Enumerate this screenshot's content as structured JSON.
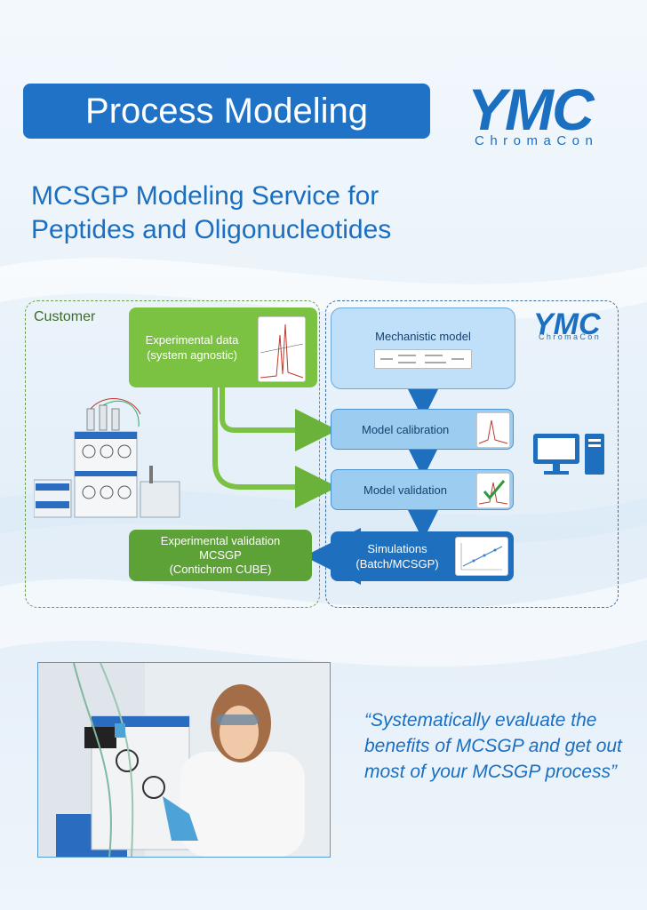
{
  "header": {
    "title": "Process Modeling"
  },
  "logo": {
    "word": "YMC",
    "sub": "ChromaCon"
  },
  "subtitle": {
    "line1": "MCSGP Modeling Service for",
    "line2": "Peptides and Oligonucleotides"
  },
  "diagram": {
    "customer_label": "Customer",
    "experimental_data": {
      "line1": "Experimental data",
      "line2": "(system agnostic)"
    },
    "mechanistic_model": {
      "label": "Mechanistic model"
    },
    "model_calibration": {
      "label": "Model calibration"
    },
    "model_validation": {
      "label": "Model validation"
    },
    "simulations": {
      "line1": "Simulations",
      "line2": "(Batch/MCSGP)"
    },
    "experimental_validation": {
      "line1": "Experimental validation",
      "line2": "MCSGP",
      "line3": "(Contichrom CUBE)"
    },
    "mini_logo": {
      "word": "YMC",
      "sub": "ChromaCon"
    }
  },
  "quote": {
    "text": "“Systematically evaluate the benefits of MCSGP and get out most of your MCSGP process”"
  },
  "colors": {
    "brand_blue": "#1b6fc1",
    "green": "#7cc242",
    "dark_green": "#5da236",
    "dark_blue": "#1e6fbd"
  },
  "icons": [
    "desktop-computer-icon",
    "checkmark-icon"
  ]
}
